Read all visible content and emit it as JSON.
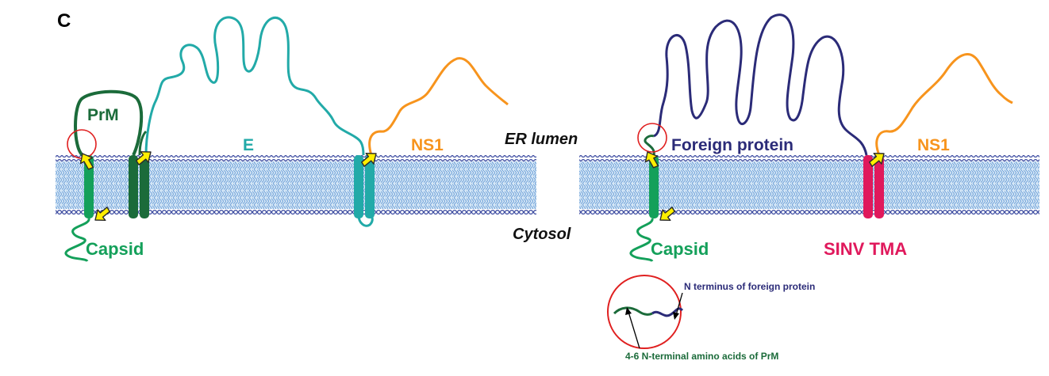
{
  "panel_label": "C",
  "compartments": {
    "lumen": "ER lumen",
    "cytosol": "Cytosol"
  },
  "left_construct": {
    "prm": "PrM",
    "e": "E",
    "ns1": "NS1",
    "capsid": "Capsid"
  },
  "right_construct": {
    "foreign": "Foreign protein",
    "ns1": "NS1",
    "capsid": "Capsid",
    "sinv": "SINV TMA"
  },
  "inset": {
    "n_terminus": "N terminus of foreign protein",
    "prm_aa": "4-6 N-terminal amino acids of PrM"
  },
  "colors": {
    "prm_green": "#1b6b3a",
    "capsid_green": "#14a05a",
    "e_teal": "#22aaa8",
    "ns1_orange": "#f7941d",
    "foreign_navy": "#2b2b78",
    "sinv_red": "#e0195c",
    "cleavage_yellow": "#ffee00",
    "membrane_blue": "#2f3f9a",
    "circle_red": "#e02020"
  }
}
